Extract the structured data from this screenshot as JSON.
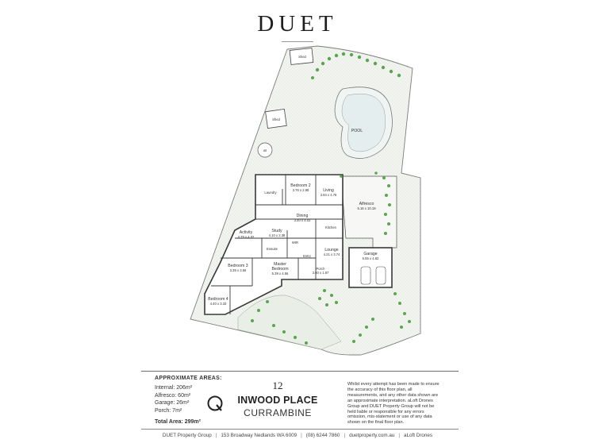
{
  "header": {
    "brand": "DUET"
  },
  "plan": {
    "structures": {
      "shed_top": "Shed",
      "shed_mid": "Shed",
      "wt": "wt",
      "pool": "POOL"
    },
    "rooms": {
      "bedroom2": {
        "name": "Bedroom 2",
        "dims": "3.76 x 2.98"
      },
      "living": {
        "name": "Living",
        "dims": "3.84 x 4.78"
      },
      "alfresco": {
        "name": "Alfresco",
        "dims": "5.16 x 10.18"
      },
      "laundry": {
        "name": "Laundry",
        "dims": ""
      },
      "dining": {
        "name": "Dining",
        "dims": "3.40 x 4.03"
      },
      "kitchen": {
        "name": "Kitchen",
        "dims": ""
      },
      "activity": {
        "name": "Activity",
        "dims": "3.79 x 4.02"
      },
      "study": {
        "name": "Study",
        "dims": "4.10 x 2.38"
      },
      "wir": {
        "name": "WIR",
        "dims": ""
      },
      "ensuite": {
        "name": "Ensuite",
        "dims": ""
      },
      "bedroom3": {
        "name": "Bedroom 3",
        "dims": "3.39 x 3.56"
      },
      "master": {
        "name": "Master Bedroom",
        "name_l1": "Master",
        "name_l2": "Bedroom",
        "dims": "5.39 x 4.56"
      },
      "entry": {
        "name": "Entry",
        "dims": ""
      },
      "lounge": {
        "name": "Lounge",
        "dims": "4.21 x 3.74"
      },
      "garage": {
        "name": "Garage",
        "dims": "5.55 x 4.82"
      },
      "porch": {
        "name": "Porch",
        "dims": "3.60 x 1.87"
      },
      "bedroom4": {
        "name": "Bedroom 4",
        "dims": "4.40 x 3.33"
      }
    }
  },
  "areas": {
    "heading": "APPROXIMATE AREAS:",
    "lines": [
      "Internal: 206m²",
      "Alfresco: 60m²",
      "Garage: 26m²",
      "Porch: 7m²"
    ],
    "total": "Total Area: 299m²"
  },
  "address": {
    "number": "12",
    "street": "INWOOD PLACE",
    "suburb": "CURRAMBINE",
    "logo_icon": "q-logo-icon"
  },
  "disclaimer": "Whilst every attempt has been made to ensure the accuracy of this floor plan, all measurements, and any other data shown are an approximate interpretation. aLoft Drones Group and DUET Property Group will not be held liable or responsible for any errors omission, mis-statement or use of any data shown on the final floor plan.",
  "footer": {
    "items": [
      "DUET Property Group",
      "153 Broadway Nedlands WA 6009",
      "(08) 6244 7860",
      "duetproperty.com.au",
      "aLoft Drones"
    ]
  },
  "colors": {
    "lawn": "#eef1ec",
    "shrub": "#5aa64e",
    "wall": "#3a3a3a",
    "pool": "#e6f0f0"
  }
}
